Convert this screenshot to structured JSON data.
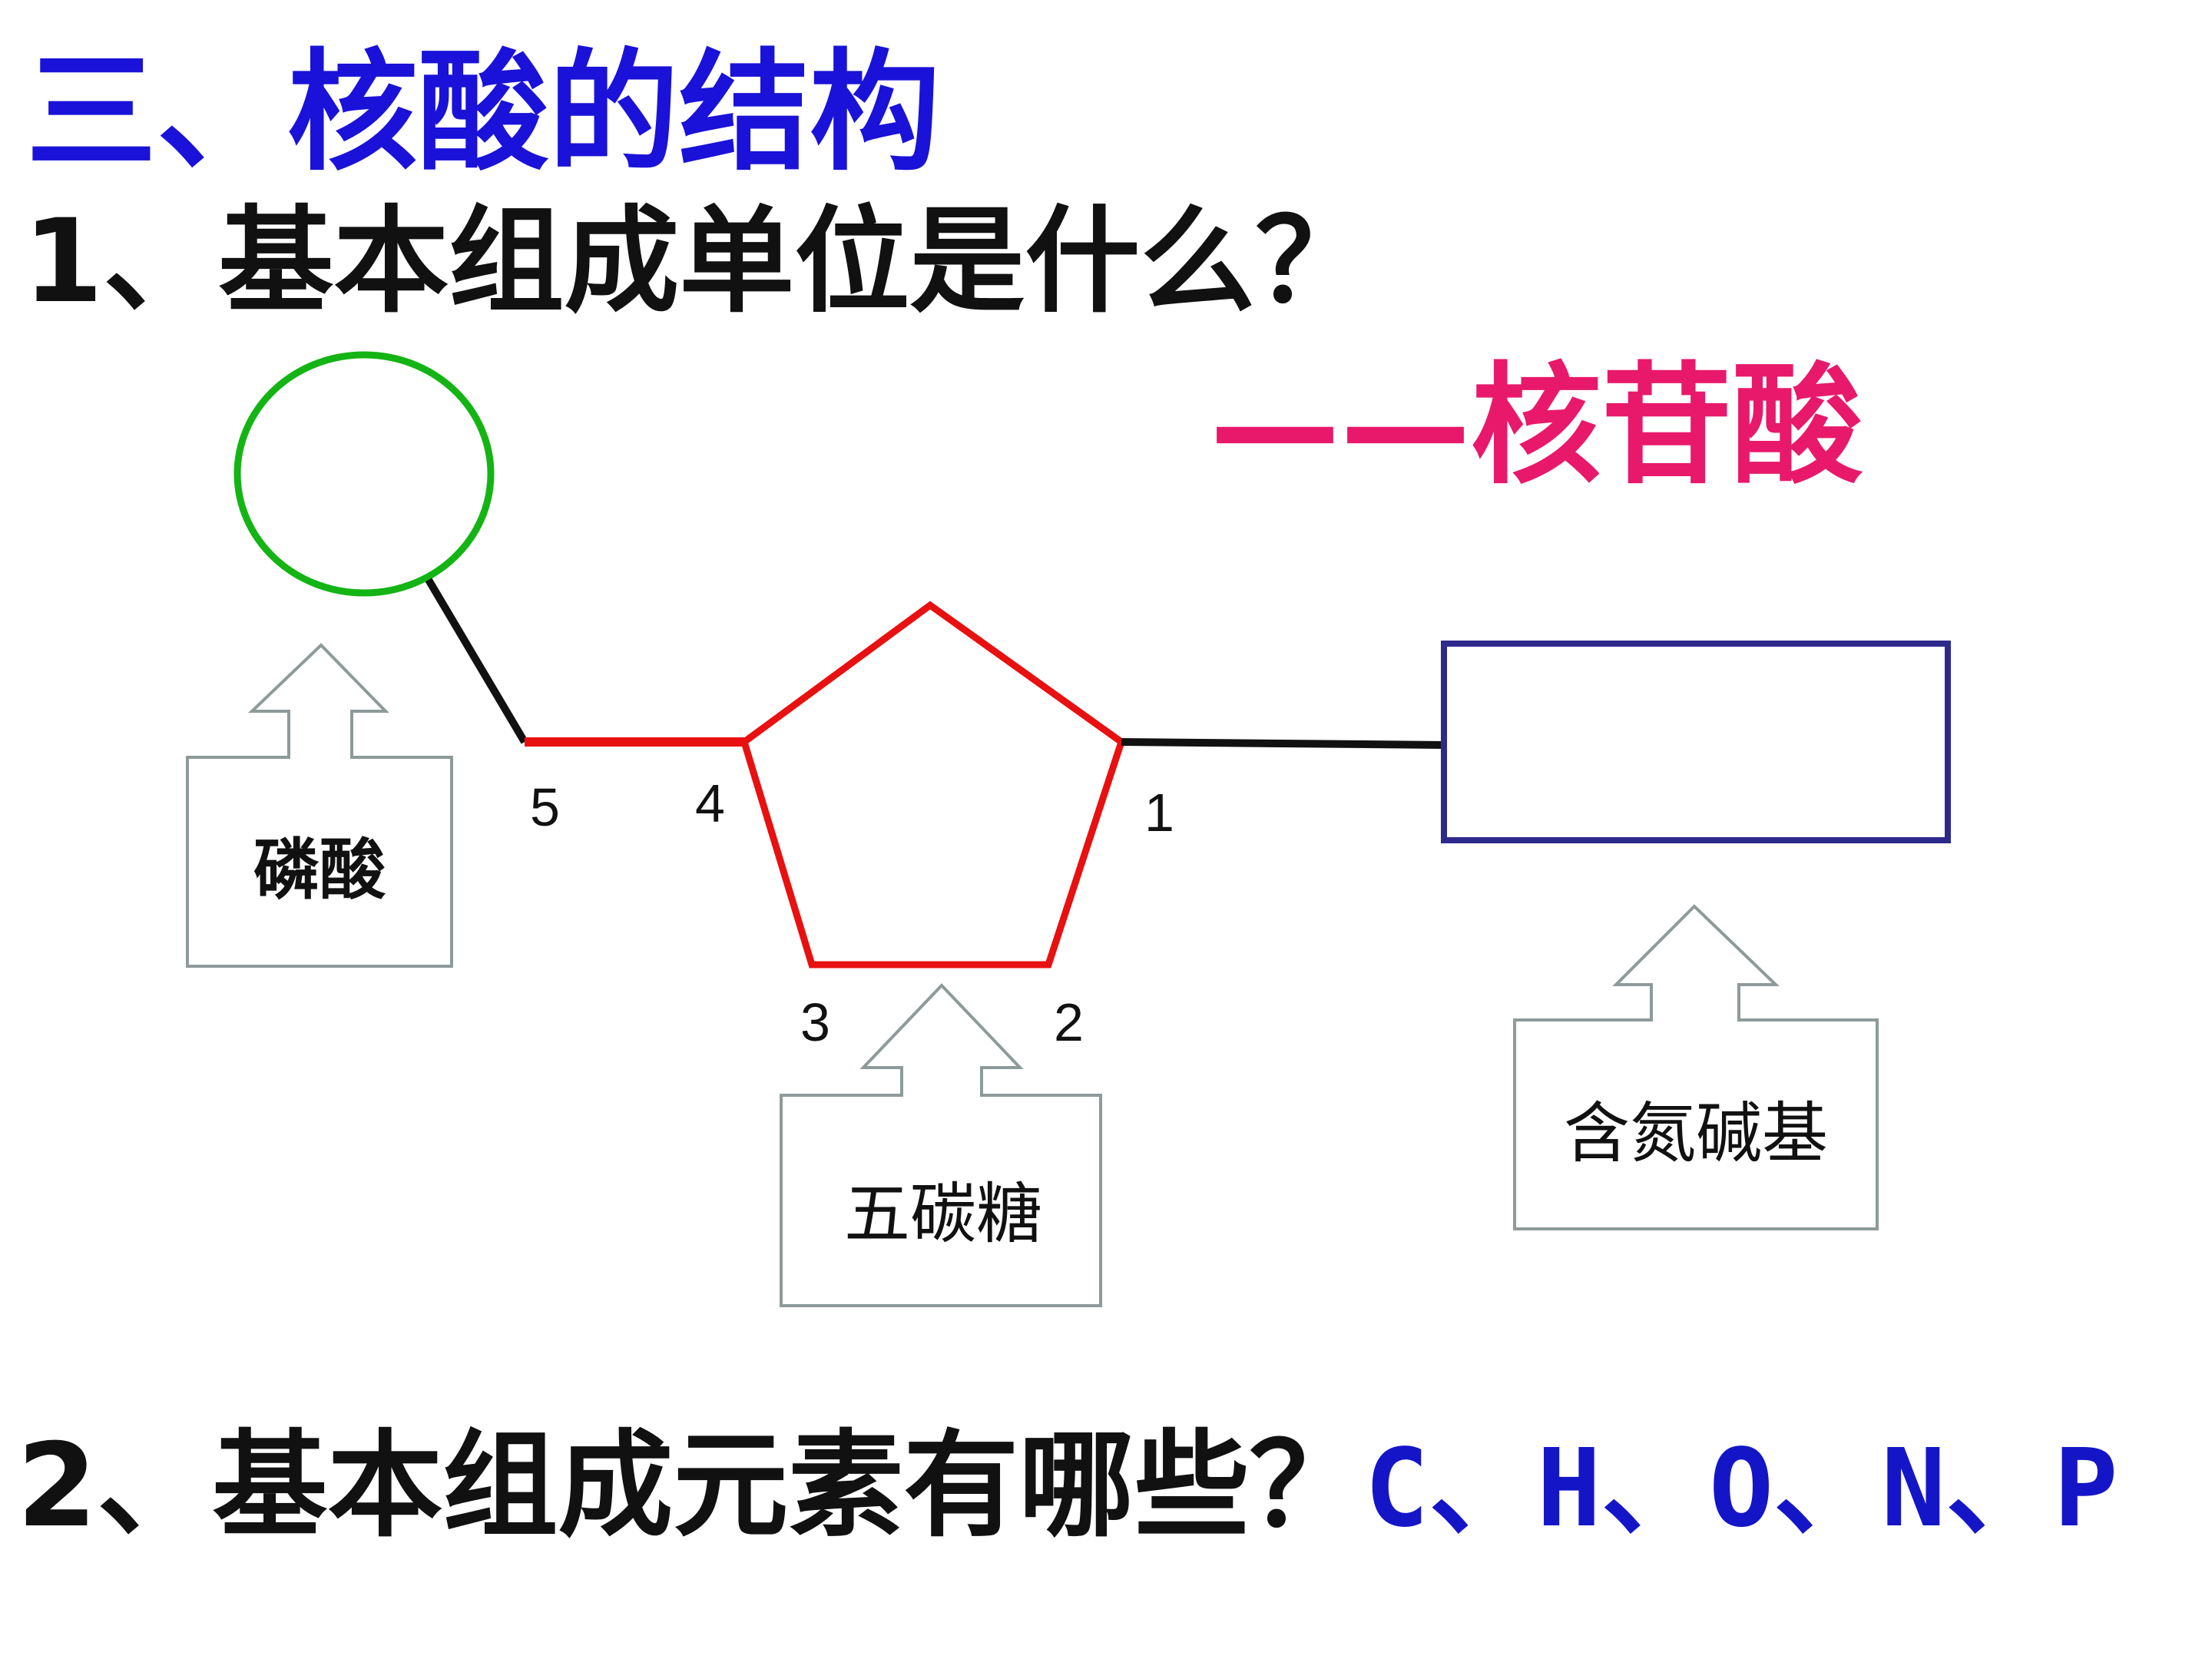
{
  "heading": {
    "title": "三、核酸的结构",
    "question1": "1、基本组成单位是什么？",
    "question2": "2、基本组成元素有哪些？",
    "answer2": "C、H、O、N、P"
  },
  "diagram": {
    "unit_name": "——核苷酸",
    "labels": {
      "phosphate": "磷酸",
      "sugar": "五碳糖",
      "base": "含氮碱基"
    },
    "carbon_numbers": {
      "c1": "1",
      "c2": "2",
      "c3": "3",
      "c4": "4",
      "c5": "5"
    }
  },
  "colors": {
    "title": "#1a12d8",
    "unit_name": "#e8196a",
    "answer": "#1515c8",
    "phosphate_circle": "#14b414",
    "sugar_pentagon": "#e81010",
    "base_rect": "#2e2a8c",
    "bond": "#111111",
    "arrow_box": "#8e9a9a"
  }
}
